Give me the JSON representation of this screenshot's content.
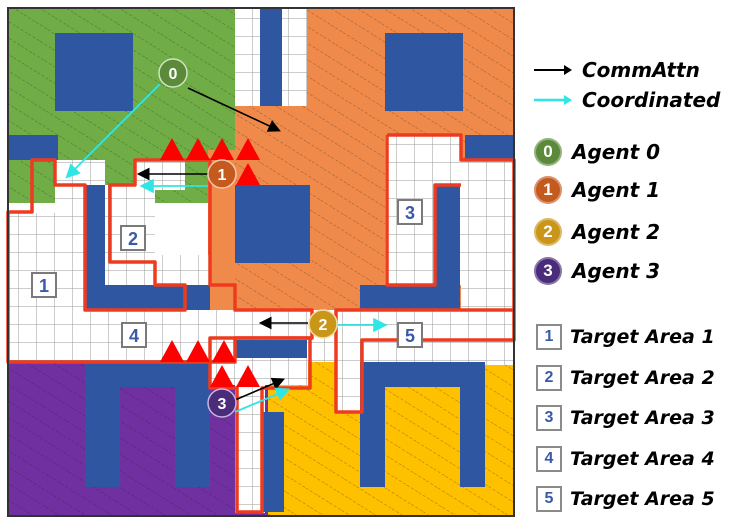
{
  "colors": {
    "agent0": "#5b8a3a",
    "agent1": "#c55a1f",
    "agent2": "#c9961a",
    "agent3": "#4a2c7a",
    "comm_arrow": "#000000",
    "coord_arrow": "#2ee6e6",
    "obstacle": "#2f56a0",
    "boundary": "#ee3b1f",
    "target_label": "#3a5aa8"
  },
  "agents_on_map": [
    {
      "id": "0",
      "color": "#5b8a3a"
    },
    {
      "id": "1",
      "color": "#c55a1f"
    },
    {
      "id": "2",
      "color": "#c9961a"
    },
    {
      "id": "3",
      "color": "#4a2c7a"
    }
  ],
  "targets_on_map": [
    "1",
    "2",
    "3",
    "4",
    "5"
  ],
  "legend": {
    "comm_attn": "CommAttn",
    "coordinated": "Coordinated",
    "agents": [
      {
        "number": "0",
        "label": "Agent 0",
        "color": "#5b8a3a"
      },
      {
        "number": "1",
        "label": "Agent 1",
        "color": "#c55a1f"
      },
      {
        "number": "2",
        "label": "Agent 2",
        "color": "#c9961a"
      },
      {
        "number": "3",
        "label": "Agent 3",
        "color": "#4a2c7a"
      }
    ],
    "targets": [
      {
        "number": "1",
        "label": "Target Area 1"
      },
      {
        "number": "2",
        "label": "Target Area 2"
      },
      {
        "number": "3",
        "label": "Target Area 3"
      },
      {
        "number": "4",
        "label": "Target Area 4"
      },
      {
        "number": "5",
        "label": "Target Area 5"
      }
    ]
  }
}
